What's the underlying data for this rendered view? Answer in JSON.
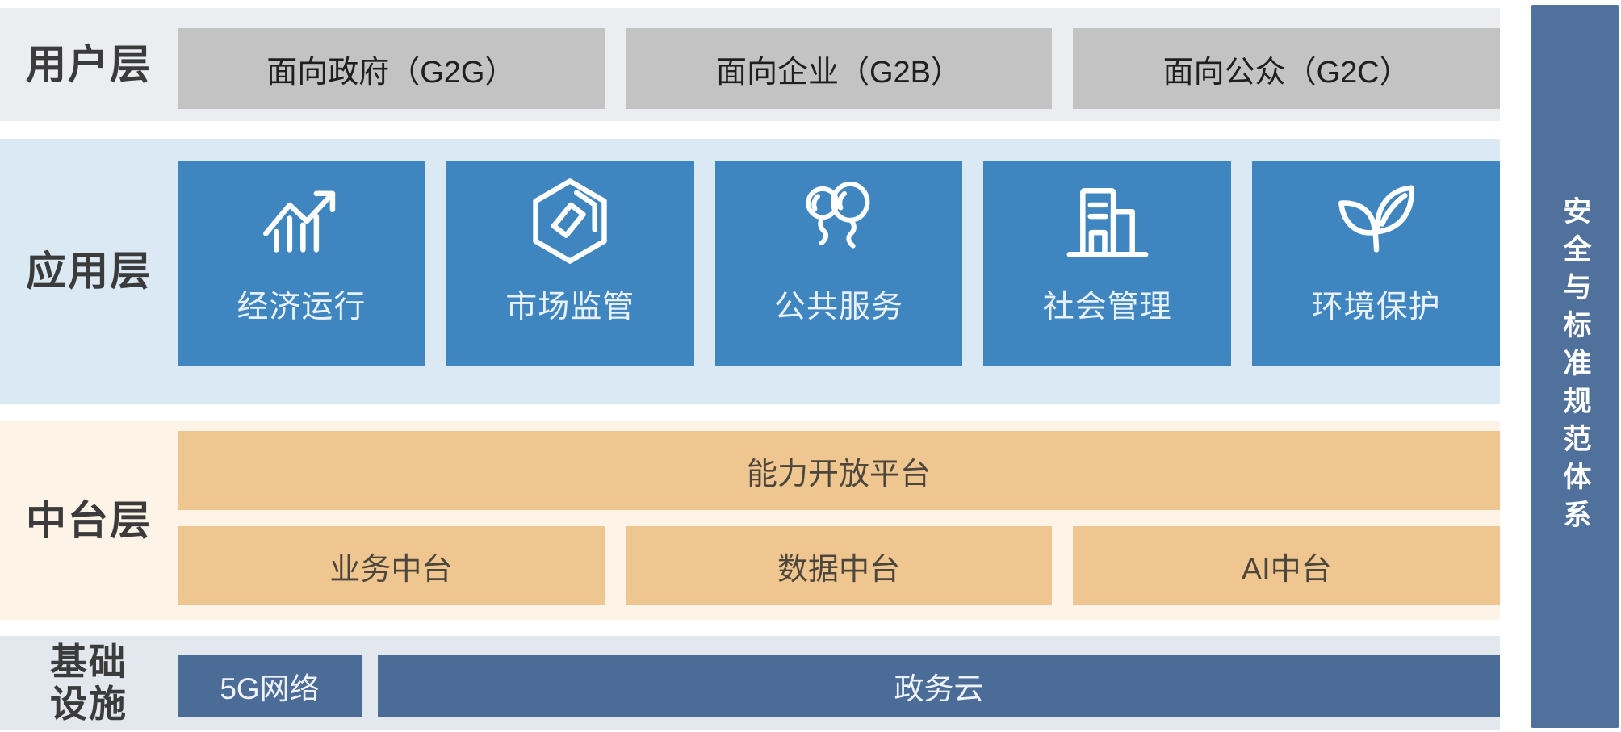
{
  "colors": {
    "user_band_bg": "#ebedf0",
    "user_box_bg": "#c2c3c2",
    "app_band_bg": "#dbe9f5",
    "app_box_bg": "#3f86c1",
    "mid_band_bg": "#fdf4e7",
    "mid_box_bg": "#efc690",
    "infra_band_bg": "#e3e8ef",
    "infra_box_bg": "#4b6c97",
    "side_bar_bg": "#51719d"
  },
  "user_layer": {
    "label": "用户层",
    "items": [
      {
        "label": "面向政府（G2G）"
      },
      {
        "label": "面向企业（G2B）"
      },
      {
        "label": "面向公众（G2C）"
      }
    ]
  },
  "app_layer": {
    "label": "应用层",
    "items": [
      {
        "label": "经济运行",
        "icon": "trend-chart-icon"
      },
      {
        "label": "市场监管",
        "icon": "hexagon-cube-icon"
      },
      {
        "label": "公共服务",
        "icon": "balloons-icon"
      },
      {
        "label": "社会管理",
        "icon": "buildings-icon"
      },
      {
        "label": "环境保护",
        "icon": "leaf-icon"
      }
    ]
  },
  "middle_layer": {
    "label": "中台层",
    "platform_label": "能力开放平台",
    "items": [
      {
        "label": "业务中台"
      },
      {
        "label": "数据中台"
      },
      {
        "label": "AI中台"
      }
    ]
  },
  "infra_layer": {
    "label_line1": "基础",
    "label_line2": "设施",
    "items": [
      {
        "label": "5G网络"
      },
      {
        "label": "政务云"
      }
    ]
  },
  "side_bar": {
    "label": "安全与标准规范体系"
  }
}
